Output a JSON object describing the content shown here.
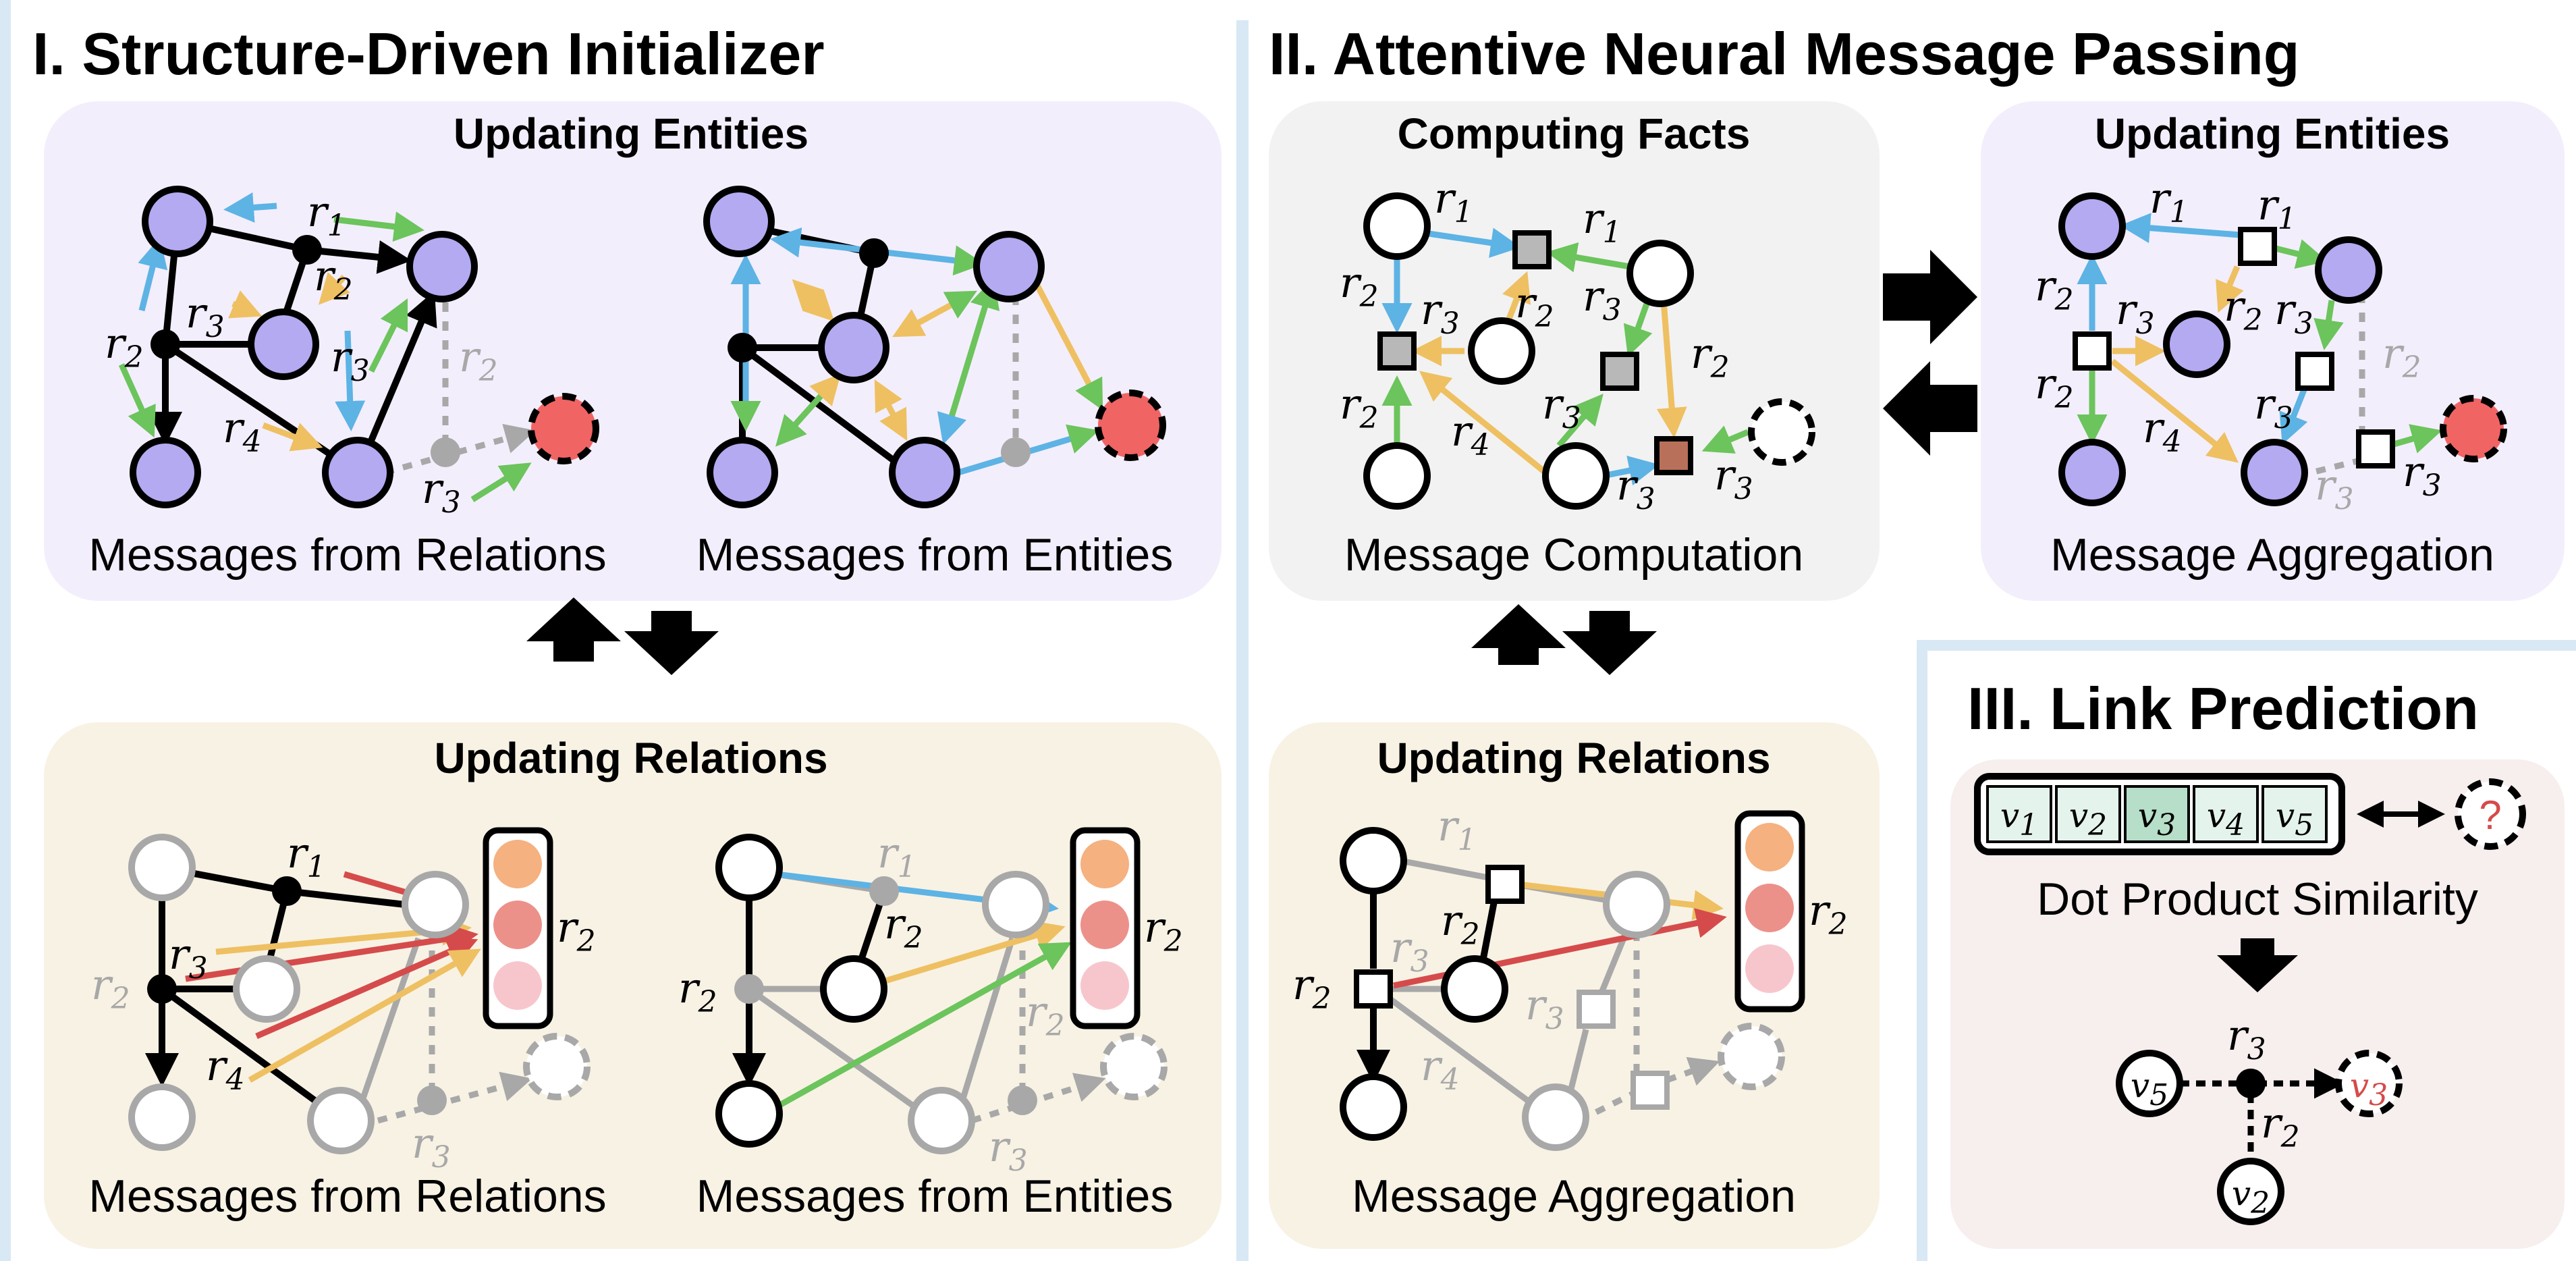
{
  "sections": {
    "initializer": "I. Structure-Driven Initializer",
    "message_passing": "II. Attentive Neural Message Passing",
    "link_prediction": "III. Link Prediction"
  },
  "panels": {
    "init_entities": {
      "title": "Updating Entities",
      "left_caption": "Messages from Relations",
      "right_caption": "Messages from Entities"
    },
    "init_relations": {
      "title": "Updating Relations",
      "left_caption": "Messages from Relations",
      "right_caption": "Messages from Entities"
    },
    "facts": {
      "title": "Computing Facts",
      "caption": "Message Computation"
    },
    "mp_entities": {
      "title": "Updating Entities",
      "caption": "Message Aggregation"
    },
    "mp_relations": {
      "title": "Updating Relations",
      "caption": "Message Aggregation"
    },
    "link": {
      "similarity_caption": "Dot Product Similarity",
      "query_mark": "?",
      "embedding_cells": [
        "v1",
        "v2",
        "v3",
        "v4",
        "v5"
      ]
    }
  },
  "relation_labels": {
    "r": "r",
    "r1": "1",
    "r2": "2",
    "r3": "3",
    "r4": "4"
  },
  "entity_labels": {
    "v": "v",
    "v1": "1",
    "v2": "2",
    "v3": "3",
    "v4": "4",
    "v5": "5"
  },
  "colors": {
    "entity_fill": "#b3aaf2",
    "target_fill": "#f06464",
    "blue_edge": "#5db3e4",
    "green_edge": "#6cc45c",
    "yellow_edge": "#eec062",
    "red_edge": "#d54b4b",
    "grey": "#a8a8a8",
    "panel_purple": "#f3eefc",
    "panel_beige": "#f8f2e4",
    "panel_grey": "#f2f2f2",
    "panel_pink": "#f7eeee",
    "separator": "#d8e8f4",
    "relation_vec": [
      "#f5b17f",
      "#ec918a",
      "#f7c6cc"
    ],
    "embedding_cells": [
      "#e4f4ec",
      "#e4f4ec",
      "#b6dec8",
      "#e4f4ec",
      "#e4f4ec"
    ]
  }
}
